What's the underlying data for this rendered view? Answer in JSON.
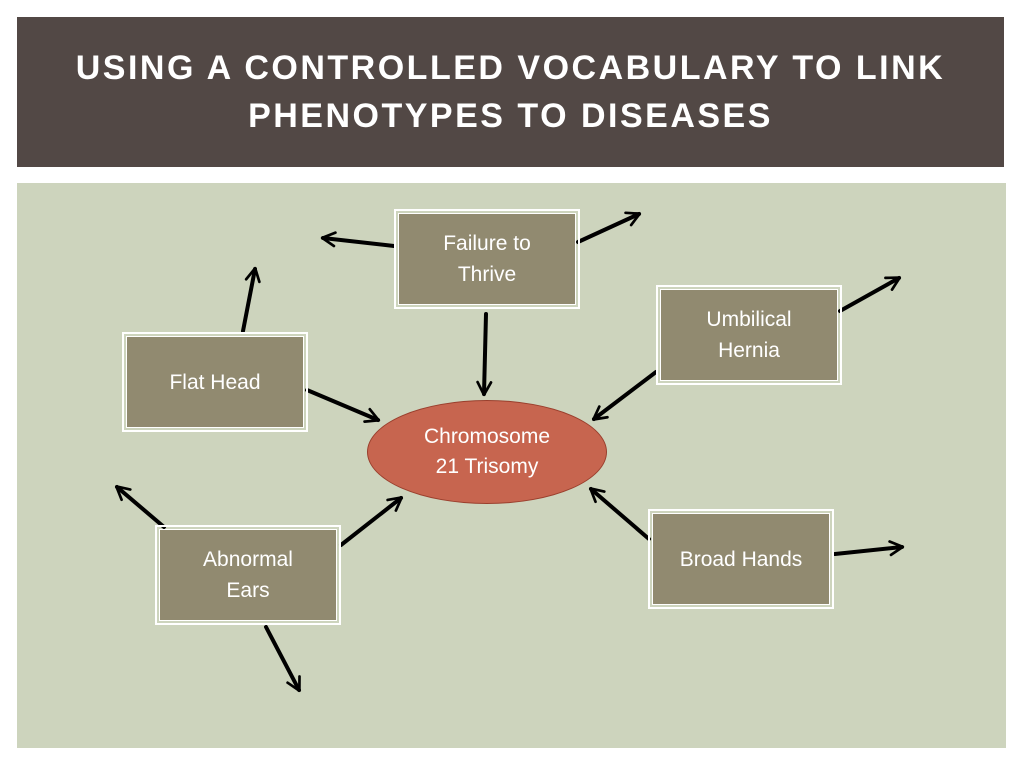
{
  "title": "USING A CONTROLLED VOCABULARY TO LINK\nPHENOTYPES TO DISEASES",
  "center": {
    "label": "Chromosome\n21 Trisomy"
  },
  "phenotypes": [
    {
      "label": "Failure to\nThrive"
    },
    {
      "label": "Umbilical\nHernia"
    },
    {
      "label": "Flat Head"
    },
    {
      "label": "Abnormal\nEars"
    },
    {
      "label": "Broad Hands"
    }
  ],
  "colors": {
    "title_bar": "#524845",
    "content_bg": "#cdd4bd",
    "box_fill": "#918a70",
    "center_fill": "#c7654f",
    "arrow": "#000000"
  }
}
